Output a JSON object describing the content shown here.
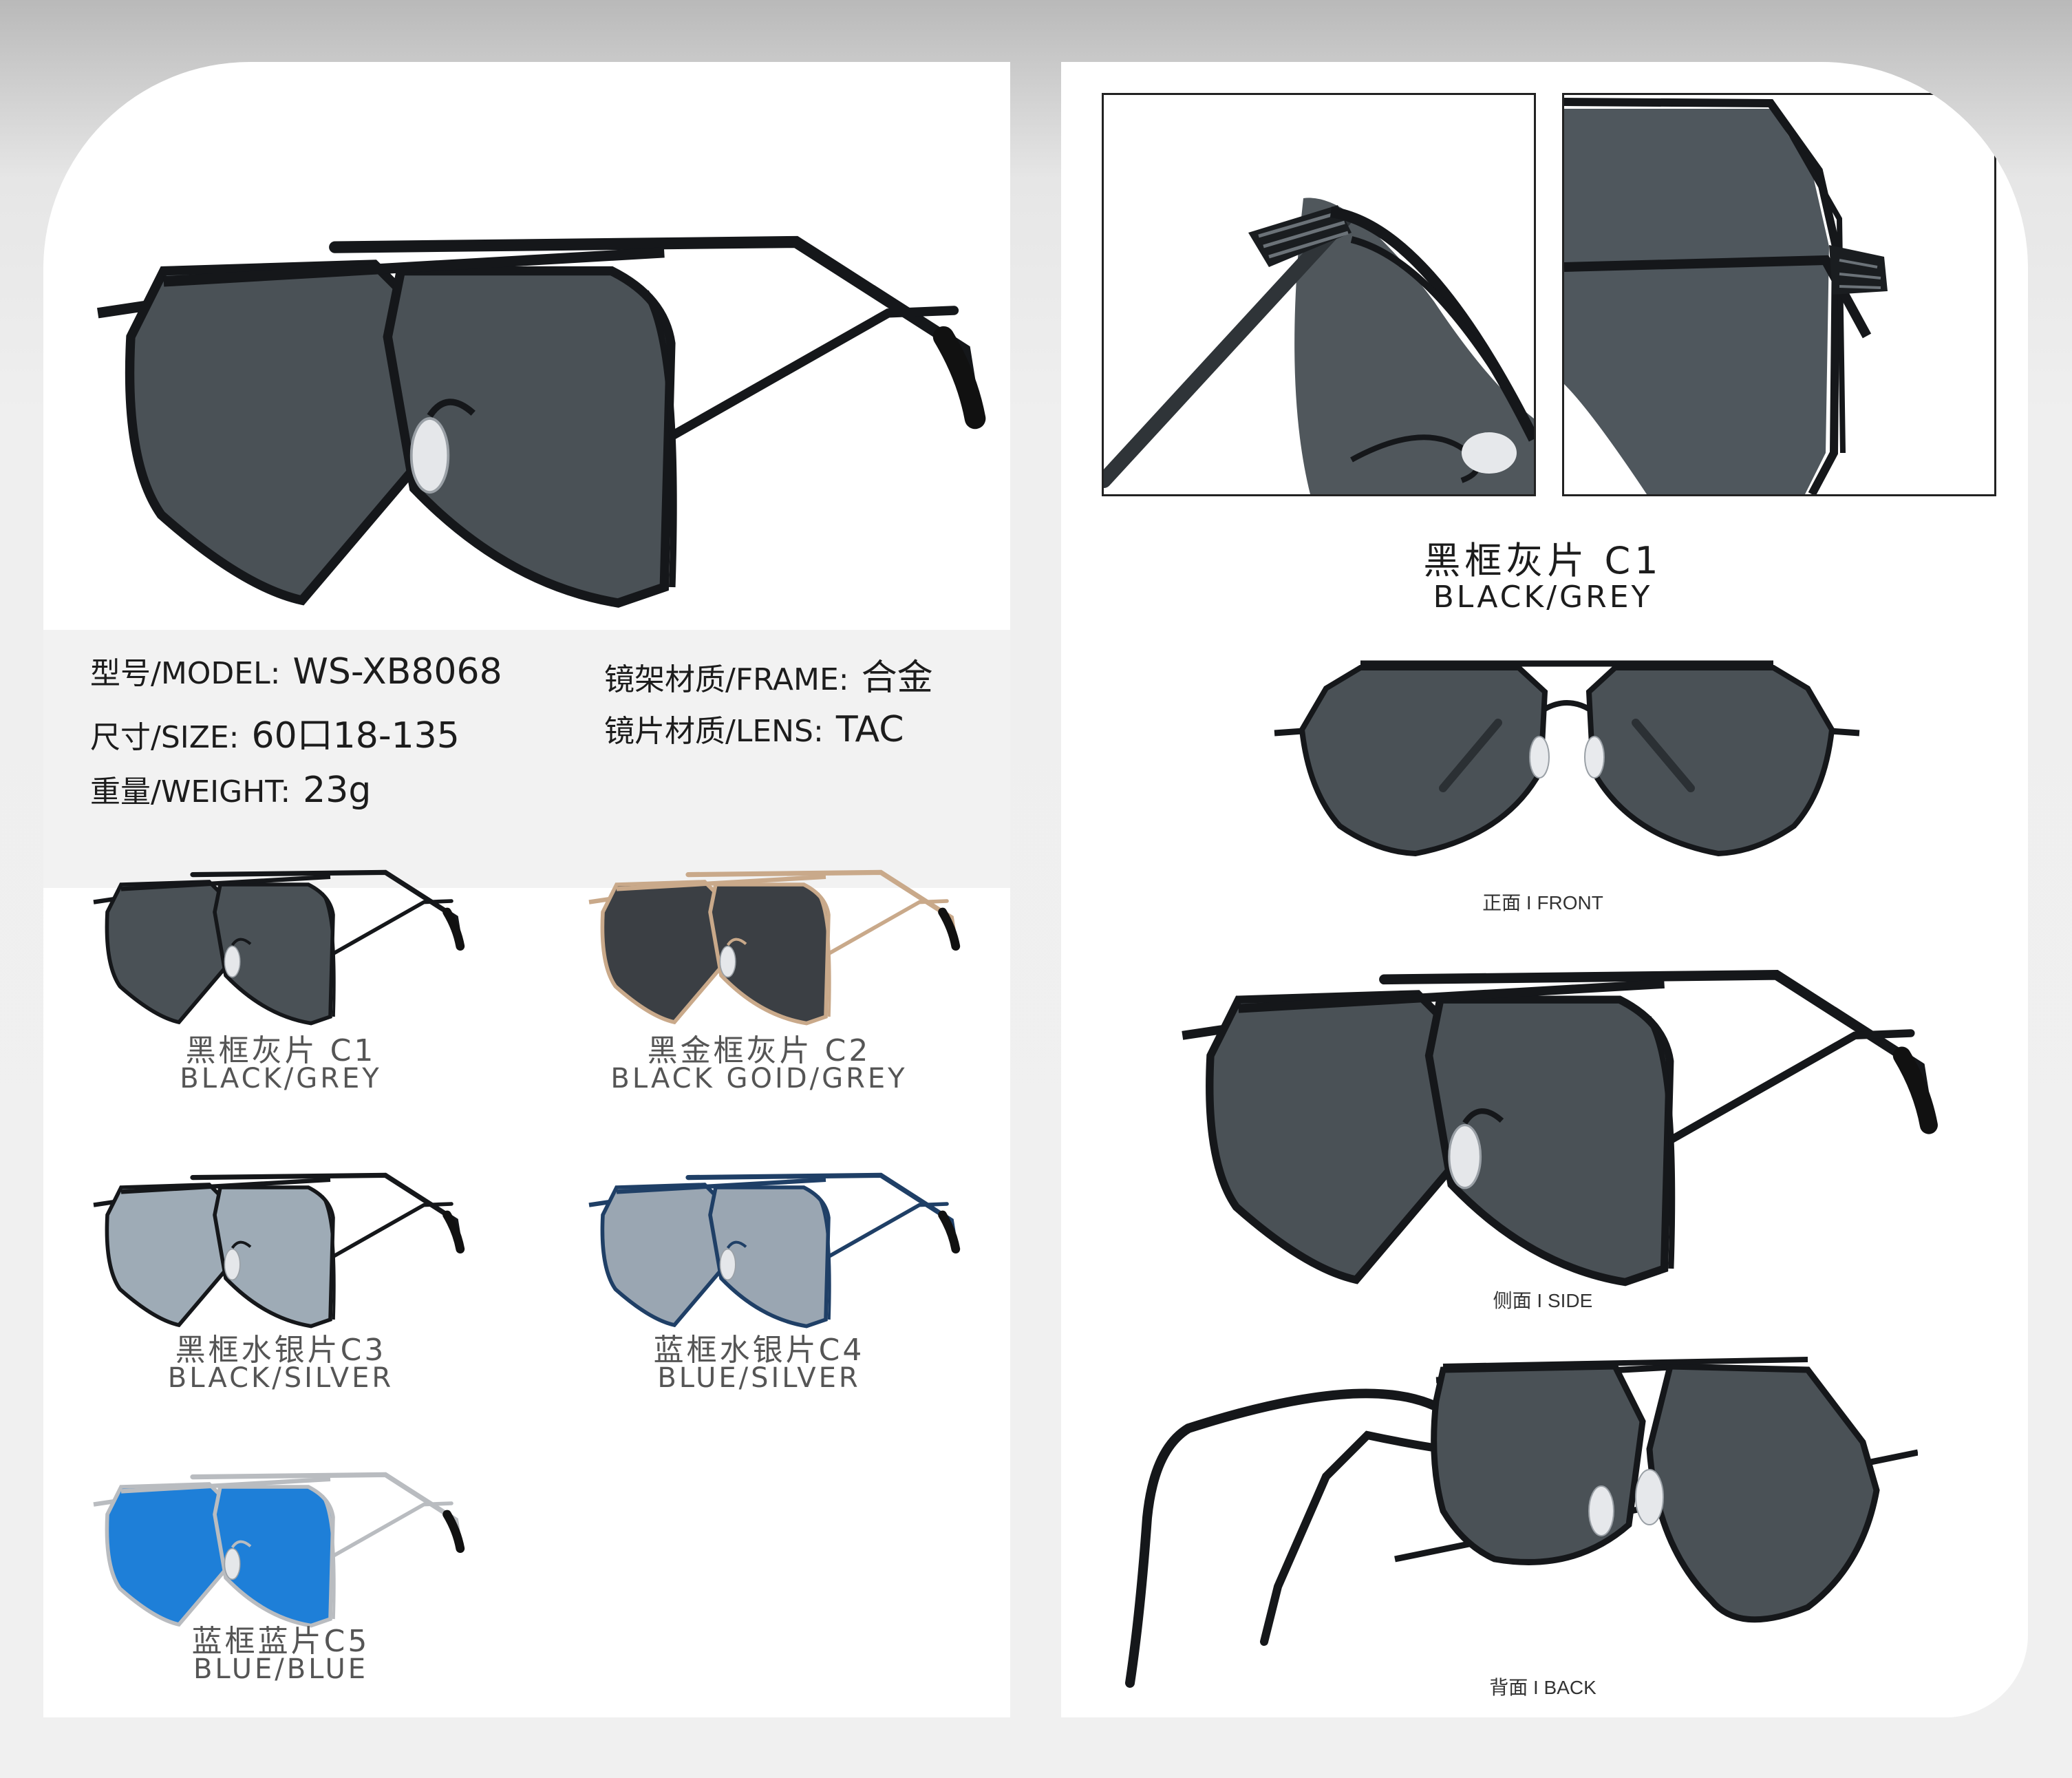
{
  "specs": {
    "model_label": "型号/MODEL:",
    "model_value": "WS-XB8068",
    "size_label": "尺寸/SIZE:",
    "size_value": "60口18-135",
    "weight_label": "重量/WEIGHT:",
    "weight_value": "23g",
    "frame_label": "镜架材质/FRAME:",
    "frame_value": "合金",
    "lens_label": "镜片材质/LENS:",
    "lens_value": "TAC"
  },
  "variants": [
    {
      "cn": "黑框灰片 C1",
      "en": "BLACK/GREY",
      "frame": "#15171a",
      "lens": "#4a5156"
    },
    {
      "cn": "黑金框灰片 C2",
      "en": "BLACK GOID/GREY",
      "frame": "#c9a98a",
      "lens": "#3b3f44"
    },
    {
      "cn": "黑框水银片C3",
      "en": "BLACK/SILVER",
      "frame": "#15171a",
      "lens": "#9eabb6"
    },
    {
      "cn": "蓝框水银片C4",
      "en": "BLUE/SILVER",
      "frame": "#1f3f66",
      "lens": "#9aa6b2"
    },
    {
      "cn": "蓝框蓝片C5",
      "en": "BLUE/BLUE",
      "frame": "#b9bcc0",
      "lens": "#1e7fd8"
    }
  ],
  "detail": {
    "title_cn": "黑框灰片 C1",
    "title_en": "BLACK/GREY"
  },
  "views": {
    "front": "正面 I FRONT",
    "side": "侧面 I SIDE",
    "back": "背面 I BACK"
  },
  "colors": {
    "frame_black": "#15171a",
    "lens_grey": "#4a5156"
  }
}
